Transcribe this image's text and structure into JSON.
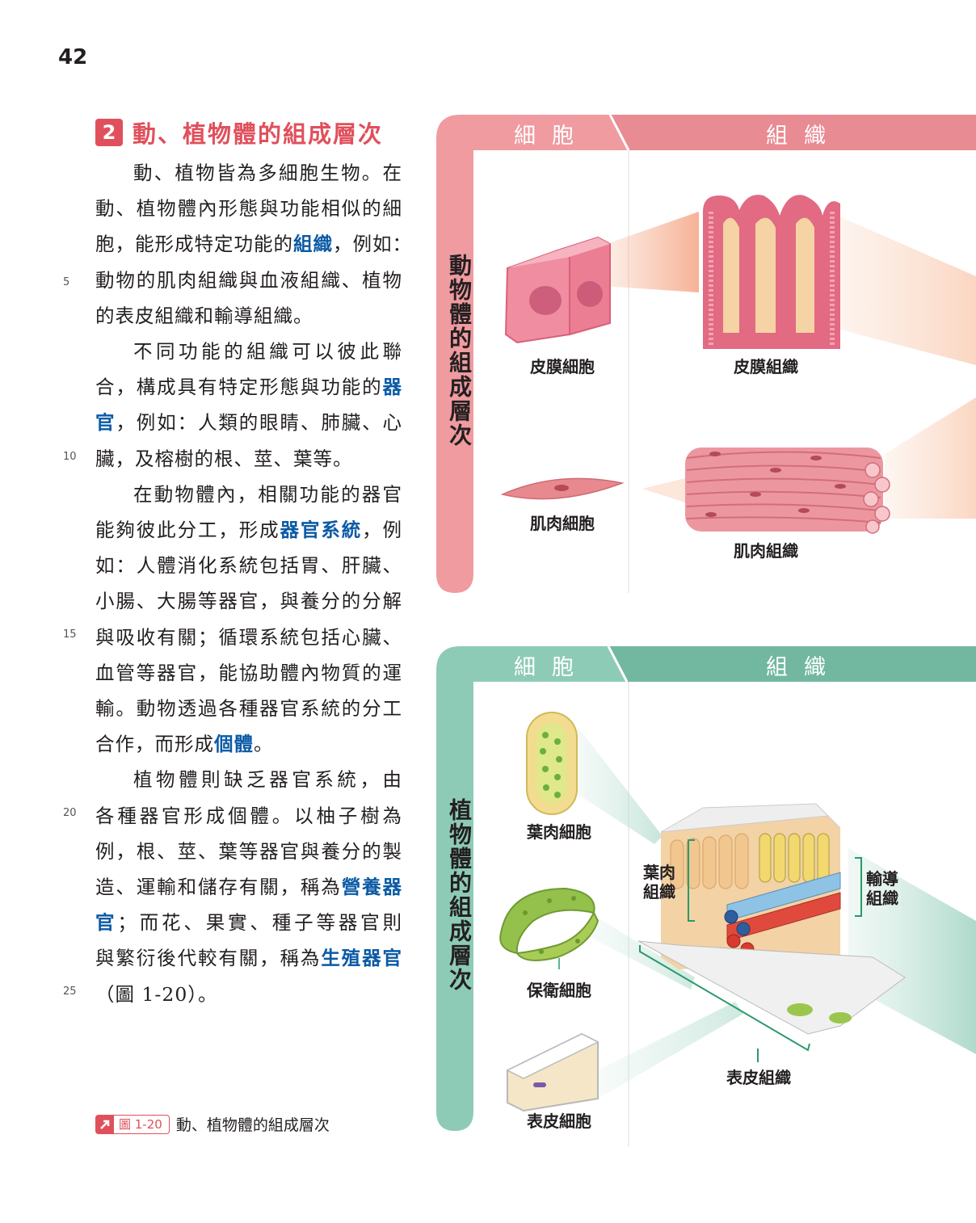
{
  "page_number": "42",
  "section": {
    "number": "2",
    "title": "動、植物體的組成層次"
  },
  "lines": [
    {
      "text": [
        {
          "t": "動、植物皆為多細胞生物。在"
        }
      ],
      "indent": true
    },
    {
      "text": [
        {
          "t": "動、植物體內形態與功能相似的細"
        }
      ]
    },
    {
      "text": [
        {
          "t": "胞，能形成特定功能的"
        },
        {
          "t": "組織",
          "hl": true
        },
        {
          "t": "，例如："
        }
      ]
    },
    {
      "text": [
        {
          "t": "動物的肌肉組織與血液組織、植物"
        }
      ]
    },
    {
      "text": [
        {
          "t": "的表皮組織和輸導組織。"
        }
      ],
      "last": true
    },
    {
      "text": [
        {
          "t": "不同功能的組織可以彼此聯"
        }
      ],
      "indent": true
    },
    {
      "text": [
        {
          "t": "合，構成具有特定形態與功能的"
        },
        {
          "t": "器",
          "hl": true
        }
      ]
    },
    {
      "text": [
        {
          "t": "官",
          "hl": true
        },
        {
          "t": "，例如：人類的眼睛、肺臟、心"
        }
      ]
    },
    {
      "text": [
        {
          "t": "臟，及榕樹的根、莖、葉等。"
        }
      ],
      "last": true
    },
    {
      "text": [
        {
          "t": "在動物體內，相關功能的器官"
        }
      ],
      "indent": true
    },
    {
      "text": [
        {
          "t": "能夠彼此分工，形成"
        },
        {
          "t": "器官系統",
          "hl": true
        },
        {
          "t": "，例"
        }
      ]
    },
    {
      "text": [
        {
          "t": "如：人體消化系統包括胃、肝臟、"
        }
      ]
    },
    {
      "text": [
        {
          "t": "小腸、大腸等器官，與養分的分解"
        }
      ]
    },
    {
      "text": [
        {
          "t": "與吸收有關；循環系統包括心臟、"
        }
      ]
    },
    {
      "text": [
        {
          "t": "血管等器官，能協助體內物質的運"
        }
      ]
    },
    {
      "text": [
        {
          "t": "輸。動物透過各種器官系統的分工"
        }
      ]
    },
    {
      "text": [
        {
          "t": "合作，而形成"
        },
        {
          "t": "個體",
          "hl": true
        },
        {
          "t": "。"
        }
      ],
      "last": true
    },
    {
      "text": [
        {
          "t": "植物體則缺乏器官系統，由"
        }
      ],
      "indent": true
    },
    {
      "text": [
        {
          "t": "各種器官形成個體。以柚子樹為"
        }
      ]
    },
    {
      "text": [
        {
          "t": "例，根、莖、葉等器官與養分的製"
        }
      ]
    },
    {
      "text": [
        {
          "t": "造、運輸和儲存有關，稱為"
        },
        {
          "t": "營養器",
          "hl": true
        }
      ]
    },
    {
      "text": [
        {
          "t": "官",
          "hl": true
        },
        {
          "t": "；而花、果實、種子等器官則"
        }
      ]
    },
    {
      "text": [
        {
          "t": "與繁衍後代較有關，稱為"
        },
        {
          "t": "生殖器官",
          "hl": true
        }
      ]
    },
    {
      "text": [
        {
          "t": "（圖 1-20）。"
        }
      ],
      "last": true
    }
  ],
  "line_numbers": [
    "5",
    "10",
    "15",
    "20",
    "25"
  ],
  "caption": {
    "figure": "圖 1-20",
    "text": "動、植物體的組成層次"
  },
  "animal_panel": {
    "header_cell": "細胞",
    "header_tissue": "組織",
    "side_title": "動物體的組成層次",
    "labels": {
      "epithelial_cell": "皮膜細胞",
      "epithelial_tissue": "皮膜組織",
      "muscle_cell": "肌肉細胞",
      "muscle_tissue": "肌肉組織"
    },
    "color": "#ef9ba0"
  },
  "plant_panel": {
    "header_cell": "細胞",
    "header_tissue": "組織",
    "side_title": "植物體的組成層次",
    "labels": {
      "mesophyll_cell": "葉肉細胞",
      "guard_cell": "保衛細胞",
      "epidermal_cell": "表皮細胞",
      "mesophyll_tissue": "葉肉組織",
      "vascular_tissue": "輸導組織",
      "epidermal_tissue": "表皮組織"
    },
    "color": "#8ecbb7"
  }
}
